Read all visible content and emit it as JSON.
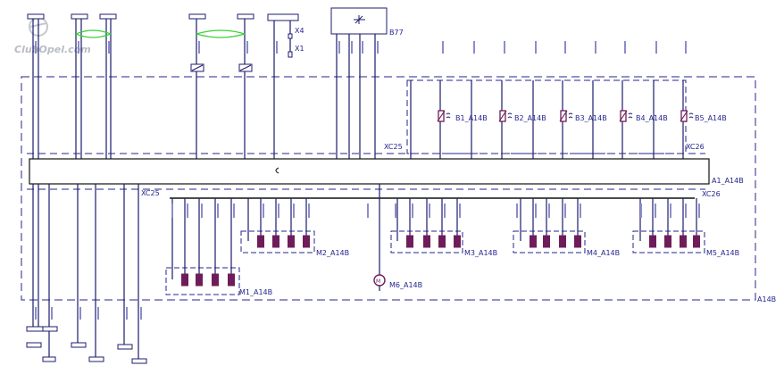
{
  "watermark": "ClubOpel.com",
  "colors": {
    "line": "#1c1c6e",
    "dash": "#24248e",
    "motor": "#6e1d5a",
    "twist": "#39d139",
    "frame": "#111111"
  },
  "labels": {
    "b77": "B77",
    "x4": "X4",
    "x1": "X1",
    "xc25_top": "XC25",
    "xc26_top": "XC26",
    "xc25_bottom": "XC25",
    "xc26_bottom": "XC26",
    "a1": "A1_A14B",
    "module": "A14B",
    "sensors": [
      "B1_A14B",
      "B2_A14B",
      "B3_A14B",
      "B4_A14B",
      "B5_A14B"
    ],
    "m1": "M1_A14B",
    "m2": "M2_A14B",
    "m3": "M3_A14B",
    "m4": "M4_A14B",
    "m5": "M5_A14B",
    "m6": "M6_A14B"
  }
}
